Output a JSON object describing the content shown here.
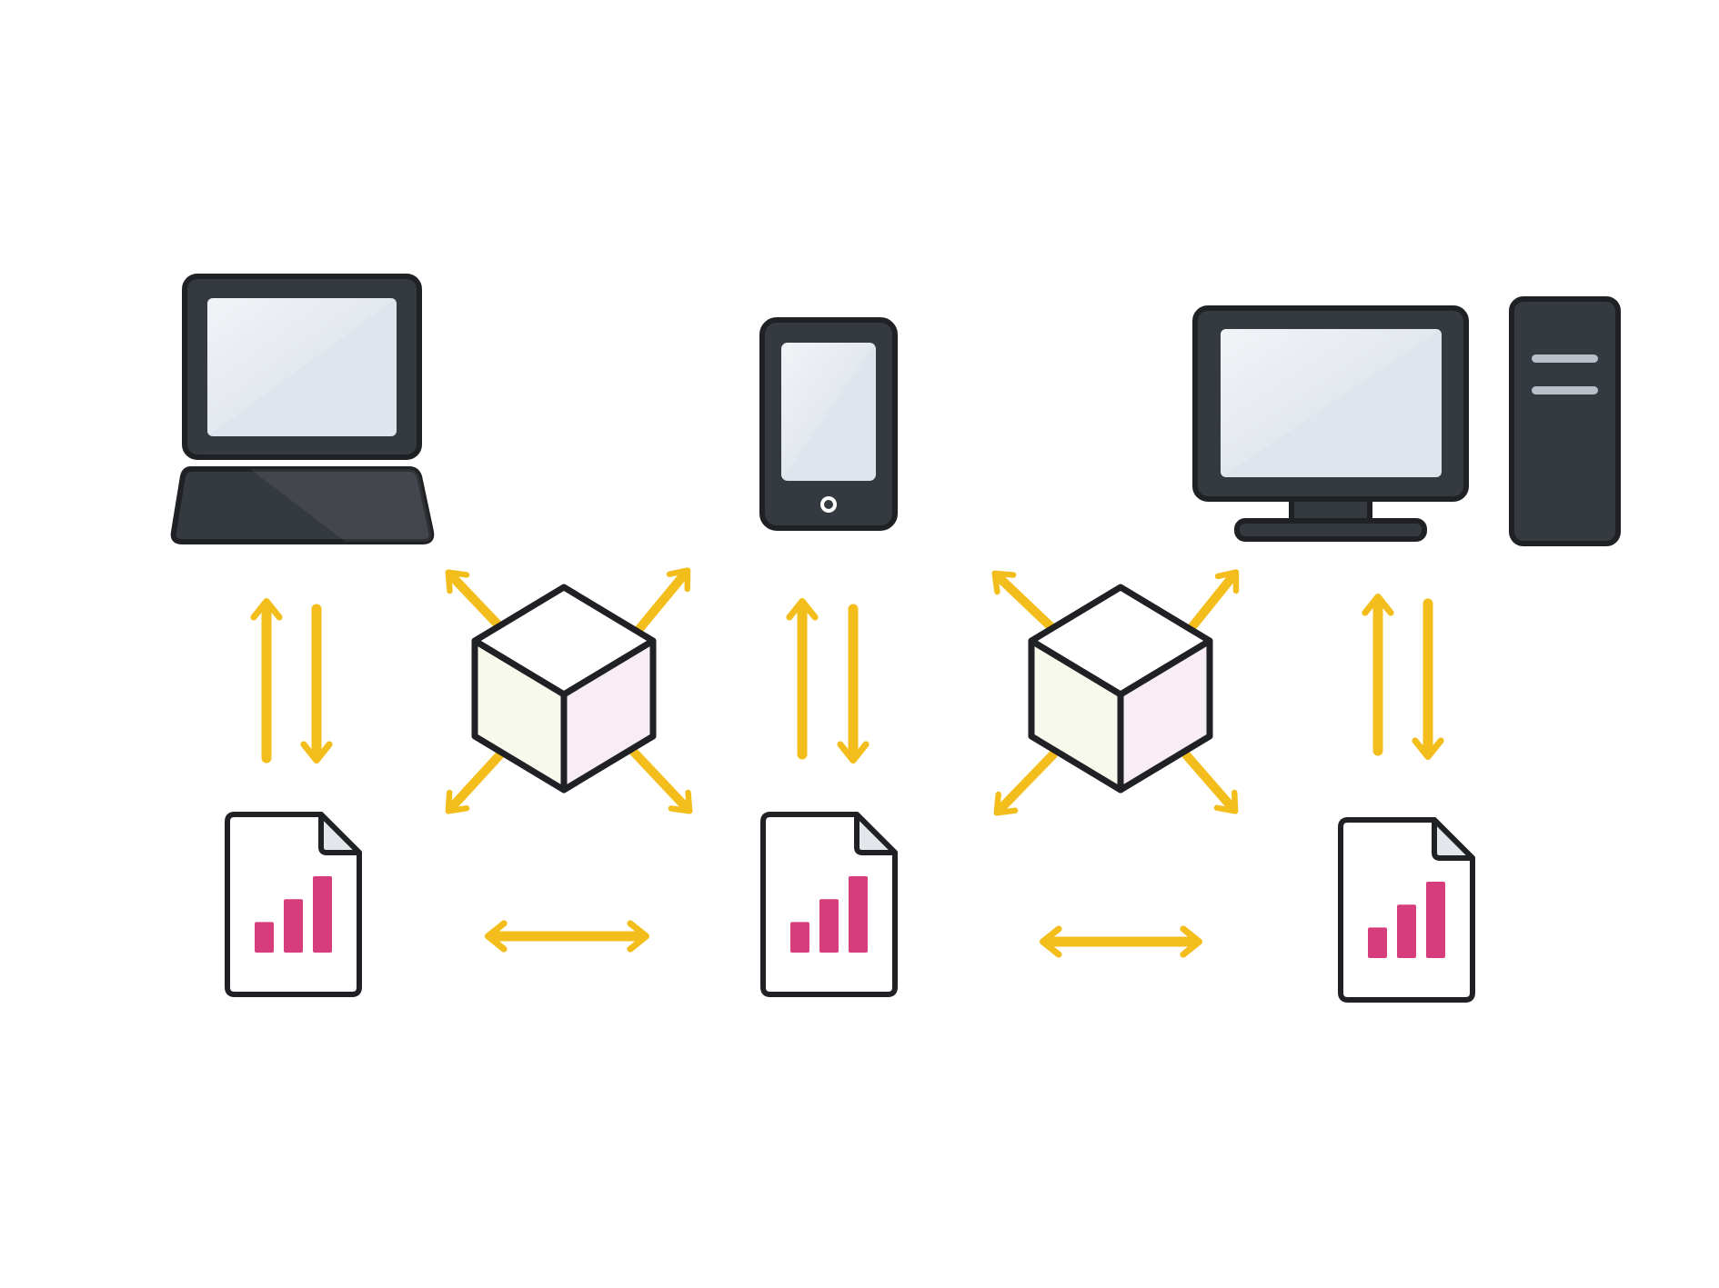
{
  "diagram": {
    "devices": [
      {
        "id": "laptop",
        "icon": "laptop-icon"
      },
      {
        "id": "phone",
        "icon": "smartphone-icon"
      },
      {
        "id": "desktop",
        "icon": "desktop-computer-icon"
      }
    ],
    "documents": [
      {
        "id": "doc-1",
        "icon": "chart-document-icon",
        "bar_levels": [
          0.4,
          0.7,
          1.0
        ]
      },
      {
        "id": "doc-2",
        "icon": "chart-document-icon",
        "bar_levels": [
          0.4,
          0.7,
          1.0
        ]
      },
      {
        "id": "doc-3",
        "icon": "chart-document-icon",
        "bar_levels": [
          0.4,
          0.7,
          1.0
        ]
      }
    ],
    "hubs": [
      {
        "id": "hub-1",
        "icon": "cube-icon"
      },
      {
        "id": "hub-2",
        "icon": "cube-icon"
      }
    ],
    "connections": [
      {
        "from": "laptop",
        "to": "doc-1",
        "type": "bidirectional-vertical"
      },
      {
        "from": "phone",
        "to": "doc-2",
        "type": "bidirectional-vertical"
      },
      {
        "from": "desktop",
        "to": "doc-3",
        "type": "bidirectional-vertical"
      },
      {
        "from": "doc-1",
        "to": "doc-2",
        "type": "bidirectional-horizontal"
      },
      {
        "from": "doc-2",
        "to": "doc-3",
        "type": "bidirectional-horizontal"
      },
      {
        "from": "hub-1",
        "to": "all",
        "type": "radiating"
      },
      {
        "from": "hub-2",
        "to": "all",
        "type": "radiating"
      }
    ]
  },
  "colors": {
    "device_body": "#353a40",
    "device_screen": "#dfe5ec",
    "arrow": "#f3bd1c",
    "bar": "#d73c7c",
    "outline": "#1f2124",
    "cube_left": "#f7f9ec",
    "cube_right": "#f7edf3",
    "cube_top": "#ffffff",
    "background": "#ffffff"
  }
}
